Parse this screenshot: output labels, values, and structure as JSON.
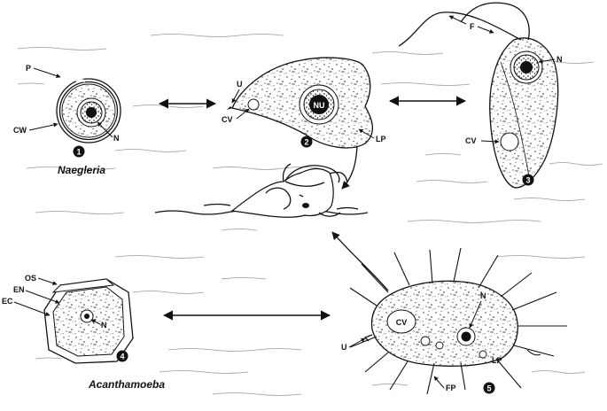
{
  "genera": {
    "naegleria": "Naegleria",
    "acanthamoeba": "Acanthamoeba"
  },
  "stage_numbers": [
    "1",
    "2",
    "3",
    "4",
    "5"
  ],
  "labels": {
    "P": "P",
    "CW": "CW",
    "N1": "N",
    "U2": "U",
    "CV2": "CV",
    "NU": "NU",
    "LP2": "LP",
    "F": "F",
    "N3": "N",
    "CV3": "CV",
    "OS": "OS",
    "EN": "EN",
    "EC": "EC",
    "N4": "N",
    "CV5": "CV",
    "N5": "N",
    "U5": "U",
    "LP5": "LP",
    "FP": "FP"
  }
}
